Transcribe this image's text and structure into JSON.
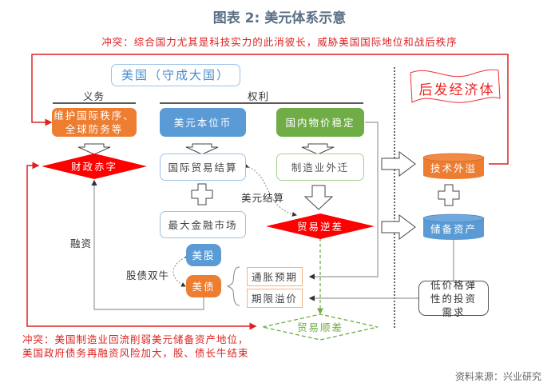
{
  "title": "图表 2:  美元体系示意",
  "conflict_top": "冲突：综合国力尤其是科技实力的此消彼长，威胁美国国际地位和战后秩序",
  "us_header": "美国（守成大国）",
  "obligations_label": "义务",
  "rights_label": "权利",
  "emerging_header": "后发经济体",
  "nodes": {
    "maintain_order": "维护国际秩序、全球防务等",
    "dollar_standard": "美元本位币",
    "price_stability": "国内物价稳定",
    "fiscal_deficit": "财政赤字",
    "trade_settlement": "国际贸易结算",
    "largest_market": "最大金融市场",
    "manufacturing_outflow": "制造业外迁",
    "trade_deficit": "贸易逆差",
    "trade_surplus": "贸易顺差",
    "us_stocks": "美股",
    "us_bonds": "美债",
    "inflation_expectations": "通胀预期",
    "term_premium": "期限溢价",
    "tech_spillover": "技术外溢",
    "reserve_assets": "储备资产",
    "low_elasticity": "低价格弹性的投资需求"
  },
  "edge_labels": {
    "financing": "融资",
    "dollar_settlement": "美元结算",
    "dual_bull": "股债双牛"
  },
  "conflict_bottom_line1": "冲突：美国制造业回流削弱美元储备资产地位，",
  "conflict_bottom_line2": "美国政府债务再融资风险加大，股、债长牛结束",
  "source": "资料来源：兴业研究",
  "colors": {
    "orange": "#ed7d31",
    "blue": "#5b9bd5",
    "green": "#70ad47",
    "red": "#ff0000",
    "conflict_red": "#d22222",
    "title": "#5a6f86"
  }
}
